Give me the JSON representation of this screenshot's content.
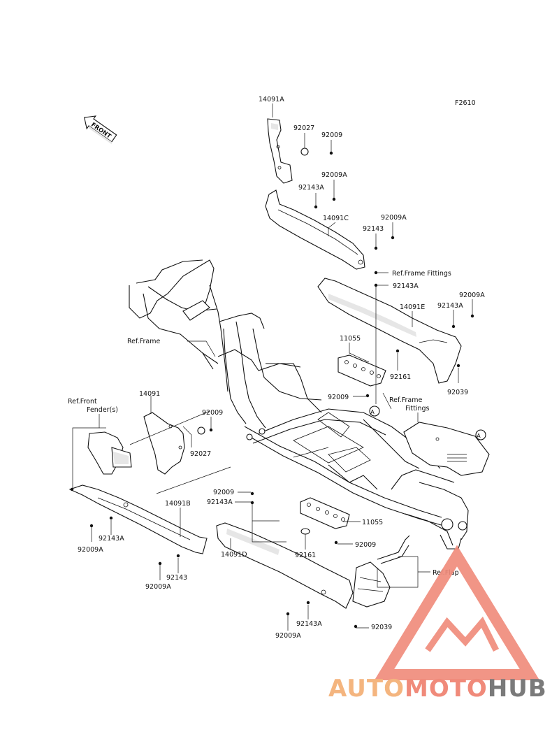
{
  "diagram_code": "F2610",
  "front_label": "FRONT",
  "watermark": {
    "part1": "AUTO",
    "part2": "MOTO",
    "part3": "HUB",
    "color1": "#f4b57f",
    "color2": "#f08a7a",
    "color3": "#7a7a7a",
    "logo_color": "#f08a7a"
  },
  "callouts": [
    {
      "id": "c1",
      "text": "14091A"
    },
    {
      "id": "c2",
      "text": "92027"
    },
    {
      "id": "c3",
      "text": "92009"
    },
    {
      "id": "c4",
      "text": "92009A"
    },
    {
      "id": "c5",
      "text": "92143A"
    },
    {
      "id": "c6",
      "text": "14091C"
    },
    {
      "id": "c7",
      "text": "92009A"
    },
    {
      "id": "c8",
      "text": "92143"
    },
    {
      "id": "c9",
      "text": "Ref.Frame Fittings"
    },
    {
      "id": "c10",
      "text": "92143A"
    },
    {
      "id": "c11",
      "text": "92009A"
    },
    {
      "id": "c12",
      "text": "92143A"
    },
    {
      "id": "c13",
      "text": "14091E"
    },
    {
      "id": "c14",
      "text": "Ref.Frame"
    },
    {
      "id": "c15",
      "text": "11055"
    },
    {
      "id": "c16",
      "text": "92161"
    },
    {
      "id": "c17",
      "text": "92039"
    },
    {
      "id": "c18",
      "text": "92009"
    },
    {
      "id": "c19",
      "text": "A"
    },
    {
      "id": "c20",
      "text": "Ref.Frame"
    },
    {
      "id": "c21",
      "text": "Fittings"
    },
    {
      "id": "c22",
      "text": "A"
    },
    {
      "id": "c23",
      "text": "14091"
    },
    {
      "id": "c24",
      "text": "92009"
    },
    {
      "id": "c25",
      "text": "92027"
    },
    {
      "id": "c26",
      "text": "Ref.Front"
    },
    {
      "id": "c27",
      "text": "Fender(s)"
    },
    {
      "id": "c28",
      "text": "92009"
    },
    {
      "id": "c29",
      "text": "92143A"
    },
    {
      "id": "c30",
      "text": "14091B"
    },
    {
      "id": "c31",
      "text": "11055"
    },
    {
      "id": "c32",
      "text": "92009"
    },
    {
      "id": "c33",
      "text": "92161"
    },
    {
      "id": "c34",
      "text": "14091D"
    },
    {
      "id": "c35",
      "text": "92143A"
    },
    {
      "id": "c36",
      "text": "92009A"
    },
    {
      "id": "c37",
      "text": "92143"
    },
    {
      "id": "c38",
      "text": "92009A"
    },
    {
      "id": "c39",
      "text": "Ref.Flap"
    },
    {
      "id": "c40",
      "text": "92143A"
    },
    {
      "id": "c41",
      "text": "92039"
    },
    {
      "id": "c42",
      "text": "92009A"
    }
  ]
}
